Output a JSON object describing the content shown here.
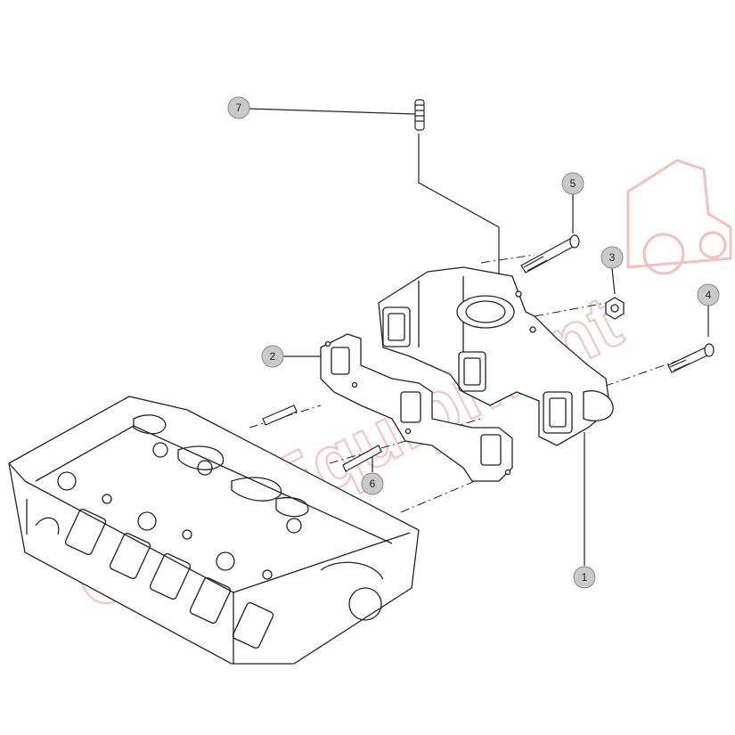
{
  "diagram": {
    "watermark_text": "Omni Equipment",
    "callouts": [
      {
        "id": "1",
        "label": "1"
      },
      {
        "id": "2",
        "label": "2"
      },
      {
        "id": "3",
        "label": "3"
      },
      {
        "id": "4",
        "label": "4"
      },
      {
        "id": "5",
        "label": "5"
      },
      {
        "id": "6",
        "label": "6"
      },
      {
        "id": "7",
        "label": "7"
      }
    ],
    "parts": [
      {
        "ref": "1",
        "icon": "exhaust-manifold-icon"
      },
      {
        "ref": "2",
        "icon": "manifold-gasket-icon"
      },
      {
        "ref": "3",
        "icon": "hex-nut-icon"
      },
      {
        "ref": "4",
        "icon": "bolt-icon"
      },
      {
        "ref": "5",
        "icon": "bolt-icon"
      },
      {
        "ref": "6",
        "icon": "stud-icon"
      },
      {
        "ref": "7",
        "icon": "stud-icon"
      }
    ],
    "colors": {
      "line": "#222222",
      "callout_fill": "#c9c9c9",
      "watermark": "#e8a7a7"
    }
  }
}
